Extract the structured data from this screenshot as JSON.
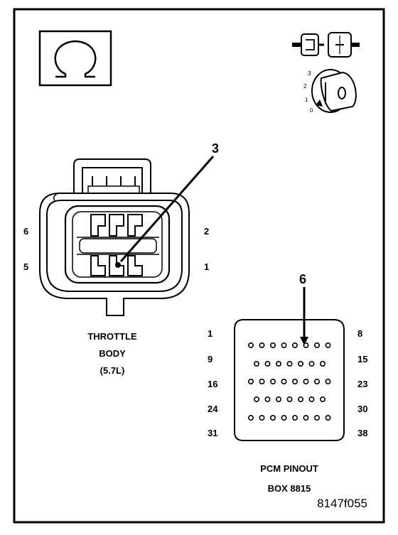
{
  "symbol_icon": "omega-symbol-icon",
  "status_icons": [
    "connector-disconnected-icon",
    "ignition-key-icon"
  ],
  "key_positions": [
    "3",
    "2",
    "1",
    "0"
  ],
  "throttle_connector": {
    "callout": "3",
    "pins_left": [
      "6",
      "5"
    ],
    "pins_right": [
      "2",
      "1"
    ],
    "label_lines": [
      "THROTTLE",
      "BODY",
      "(5.7L)"
    ]
  },
  "pcm": {
    "callout": "6",
    "rows": [
      {
        "left": "1",
        "right": "8",
        "pins": 8
      },
      {
        "left": "9",
        "right": "15",
        "pins": 7
      },
      {
        "left": "16",
        "right": "23",
        "pins": 8
      },
      {
        "left": "24",
        "right": "30",
        "pins": 7
      },
      {
        "left": "31",
        "right": "38",
        "pins": 8
      }
    ],
    "label_lines": [
      "PCM PINOUT",
      "BOX 8815"
    ]
  },
  "figure_code": "8147f055"
}
